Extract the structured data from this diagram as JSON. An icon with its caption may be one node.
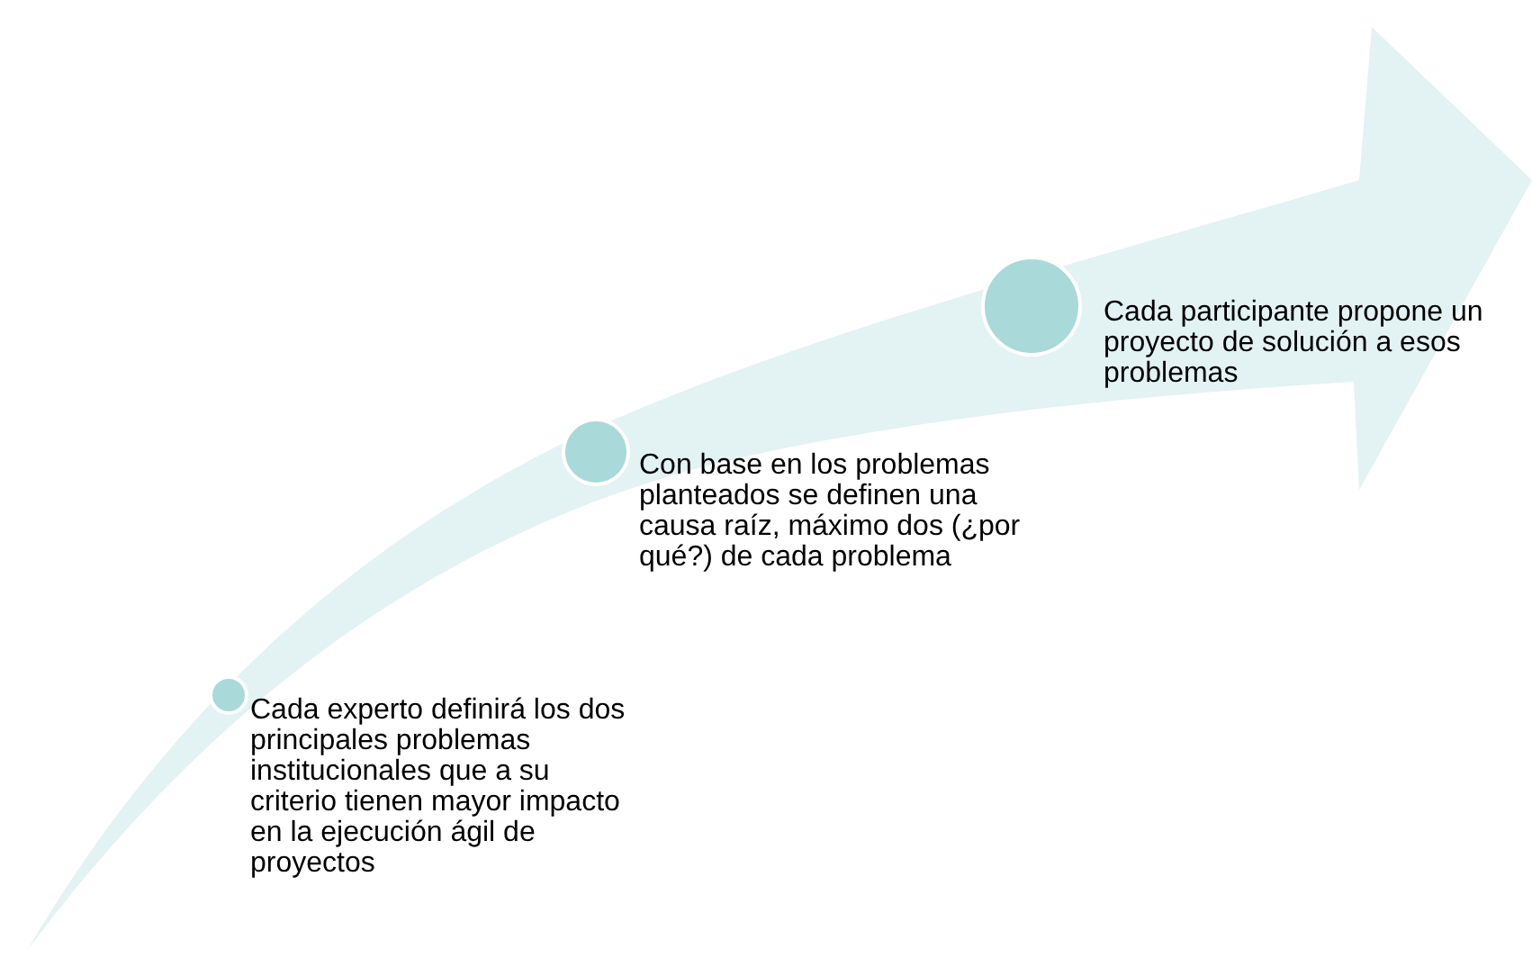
{
  "diagram": {
    "nodes": [
      {
        "text": [],
        "shape": "circle",
        "beside": [
          "Cada experto definirá los dos principales problemas institucionales que a su criterio tienen mayor impacto en la ejecución ágil de proyectos"
        ]
      },
      {
        "text": [],
        "shape": "circle",
        "beside": [
          "Con base en los problemas planteados se definen una causa raíz, máximo dos (¿por qué?) de cada problema"
        ]
      },
      {
        "text": [],
        "shape": "circle",
        "beside": [
          "Cada participante propone un proyecto de solución a esos problemas"
        ]
      }
    ]
  }
}
